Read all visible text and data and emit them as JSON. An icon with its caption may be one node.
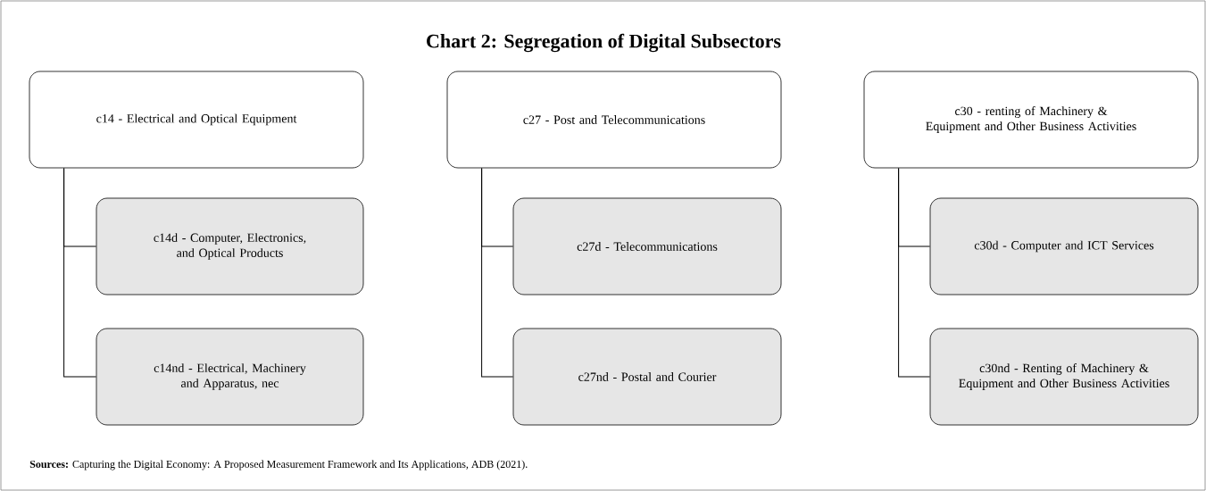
{
  "diagram": {
    "title": "Chart 2: Segregation of Digital Subsectors",
    "caption": "**Sources:** Capturing the Digital Economy: A Proposed Measurement Framework and Its Applications, ADB (2021).",
    "nodes": [
      {
        "text": [
          "c14 - Electrical and Optical Equipment"
        ]
      },
      {
        "text": [
          "c14d - Computer, Electronics, and Optical Products"
        ]
      },
      {
        "text": [
          "c14nd - Electrical, Machinery and Apparatus, nec"
        ]
      },
      {
        "text": [
          "c27 - Post and Telecommunications"
        ]
      },
      {
        "text": [
          "c27d - Telecommunications"
        ]
      },
      {
        "text": [
          "c27nd - Postal and Courier"
        ]
      },
      {
        "text": [
          "c30 - renting of Machinery & Equipment and Other Business Activities"
        ]
      },
      {
        "text": [
          "c30d - Computer and ICT Services"
        ]
      },
      {
        "text": [
          "c30nd - Renting of Machinery & Equipment and Other Business Activities"
        ]
      }
    ],
    "edges": [
      {
        "from": 0,
        "to": 1,
        "arrow": "none"
      },
      {
        "from": 0,
        "to": 2,
        "arrow": "none"
      },
      {
        "from": 3,
        "to": 4,
        "arrow": "none"
      },
      {
        "from": 3,
        "to": 5,
        "arrow": "none"
      },
      {
        "from": 6,
        "to": 7,
        "arrow": "none"
      },
      {
        "from": 6,
        "to": 8,
        "arrow": "none"
      }
    ]
  }
}
